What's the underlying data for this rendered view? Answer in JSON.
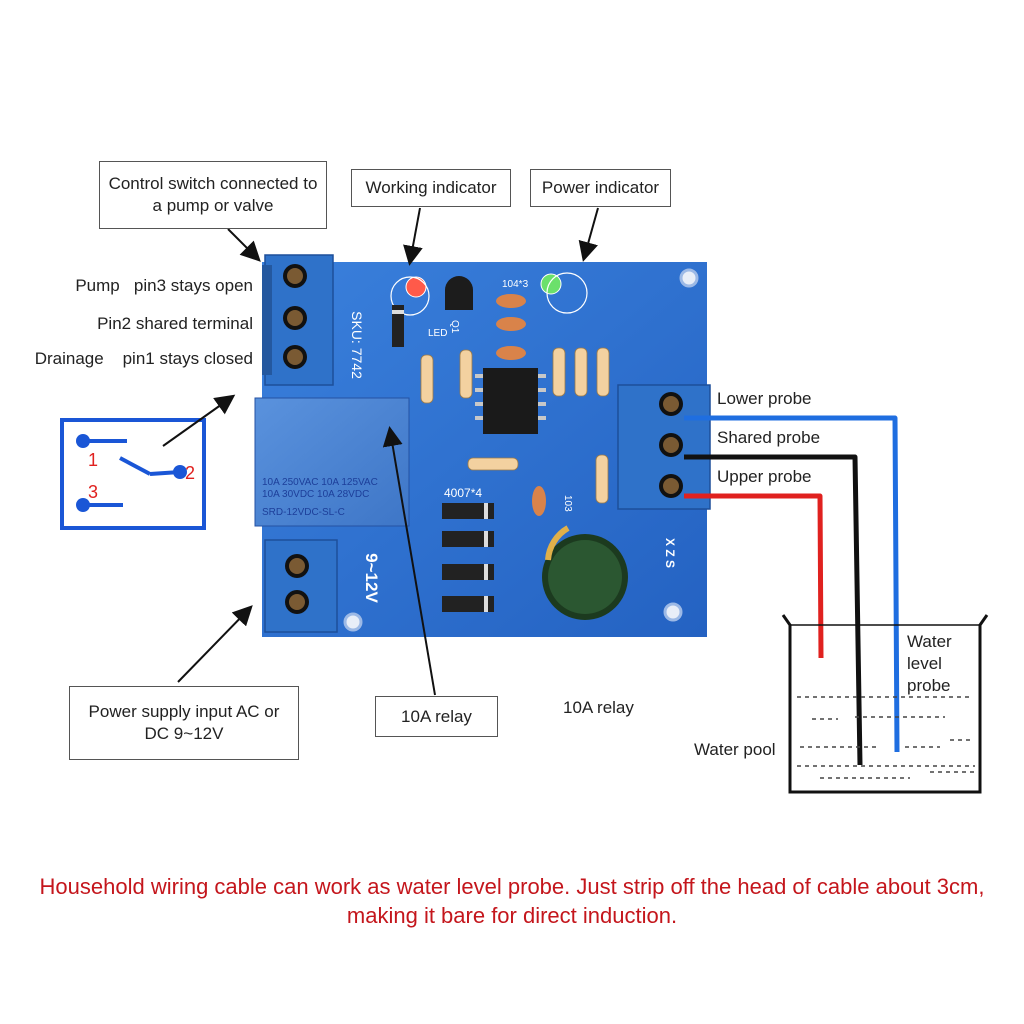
{
  "callouts": {
    "control_switch": "Control switch connected to a pump or valve",
    "working_indicator": "Working indicator",
    "power_indicator": "Power indicator",
    "power_supply": "Power supply input AC or DC 9~12V",
    "relay_box": "10A relay"
  },
  "left_labels": {
    "pin3": "Pump   pin3 stays open",
    "pin2": "Pin2 shared terminal",
    "pin1": "Drainage    pin1 stays closed"
  },
  "switch_symbol": {
    "p1": "1",
    "p2": "2",
    "p3": "3"
  },
  "probe_labels": {
    "lower": "Lower probe",
    "shared": "Shared probe",
    "upper": "Upper probe",
    "water_level_probe": "Water level probe",
    "water_pool": "Water pool"
  },
  "relay_caption": "10A relay",
  "board_silkscreen": {
    "sku": "SKU: 7742",
    "led": "LED",
    "cap104": "104*3",
    "q1": "Q1",
    "diode_label": "4007*4",
    "cap103": "103",
    "voltage": "9~12V",
    "xzs": "X Z S",
    "relay_line1": "10A 250VAC  10A 125VAC",
    "relay_line2": "10A  30VDC  10A  28VDC",
    "relay_model": "SRD-12VDC-SL-C"
  },
  "footer_note": "Household wiring cable can work as water level probe. Just strip off the head of cable about 3cm, making it bare for direct induction.",
  "colors": {
    "board": "#2a6fd1",
    "terminal": "#2f72c9",
    "lower_probe_wire": "#1f6ee0",
    "shared_probe_wire": "#111111",
    "upper_probe_wire": "#e0211f",
    "footer_text": "#c4161c",
    "switch_frame": "#1a56d6",
    "switch_numbers": "#e0211f"
  }
}
